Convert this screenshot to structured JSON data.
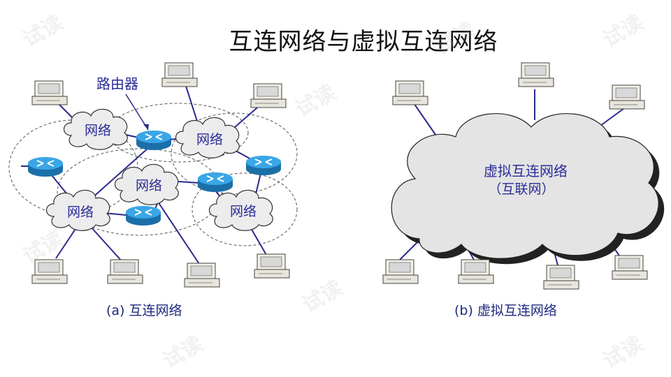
{
  "title": "互连网络与虚拟互连网络",
  "left": {
    "router_callout": "路由器",
    "network_label": "网络",
    "caption": "(a) 互连网络"
  },
  "right": {
    "cloud_line1": "虚拟互连网络",
    "cloud_line2": "（互联网）",
    "caption": "(b) 虚拟互连网络"
  },
  "watermark": "试读",
  "colors": {
    "link": "#2a2a8c",
    "router": "#1f86c8",
    "cloud_fill": "#e4e4e4",
    "label": "#2b2b9a"
  },
  "icons": [
    "computer-icon",
    "router-icon",
    "cloud-icon"
  ]
}
